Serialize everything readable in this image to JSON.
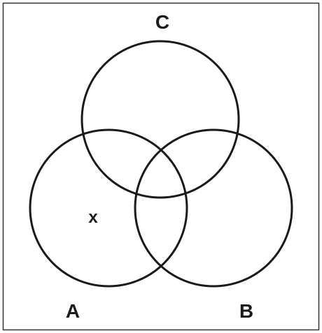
{
  "diagram": {
    "type": "venn",
    "colors": {
      "stroke": "#1a1a1a",
      "frame": "#333333",
      "background": "#ffffff",
      "text": "#1a1a1a"
    },
    "sets": [
      {
        "key": "a",
        "label": "A"
      },
      {
        "key": "b",
        "label": "B"
      },
      {
        "key": "c",
        "label": "C"
      }
    ],
    "region_mark": {
      "text": "x",
      "region": "A only"
    }
  }
}
